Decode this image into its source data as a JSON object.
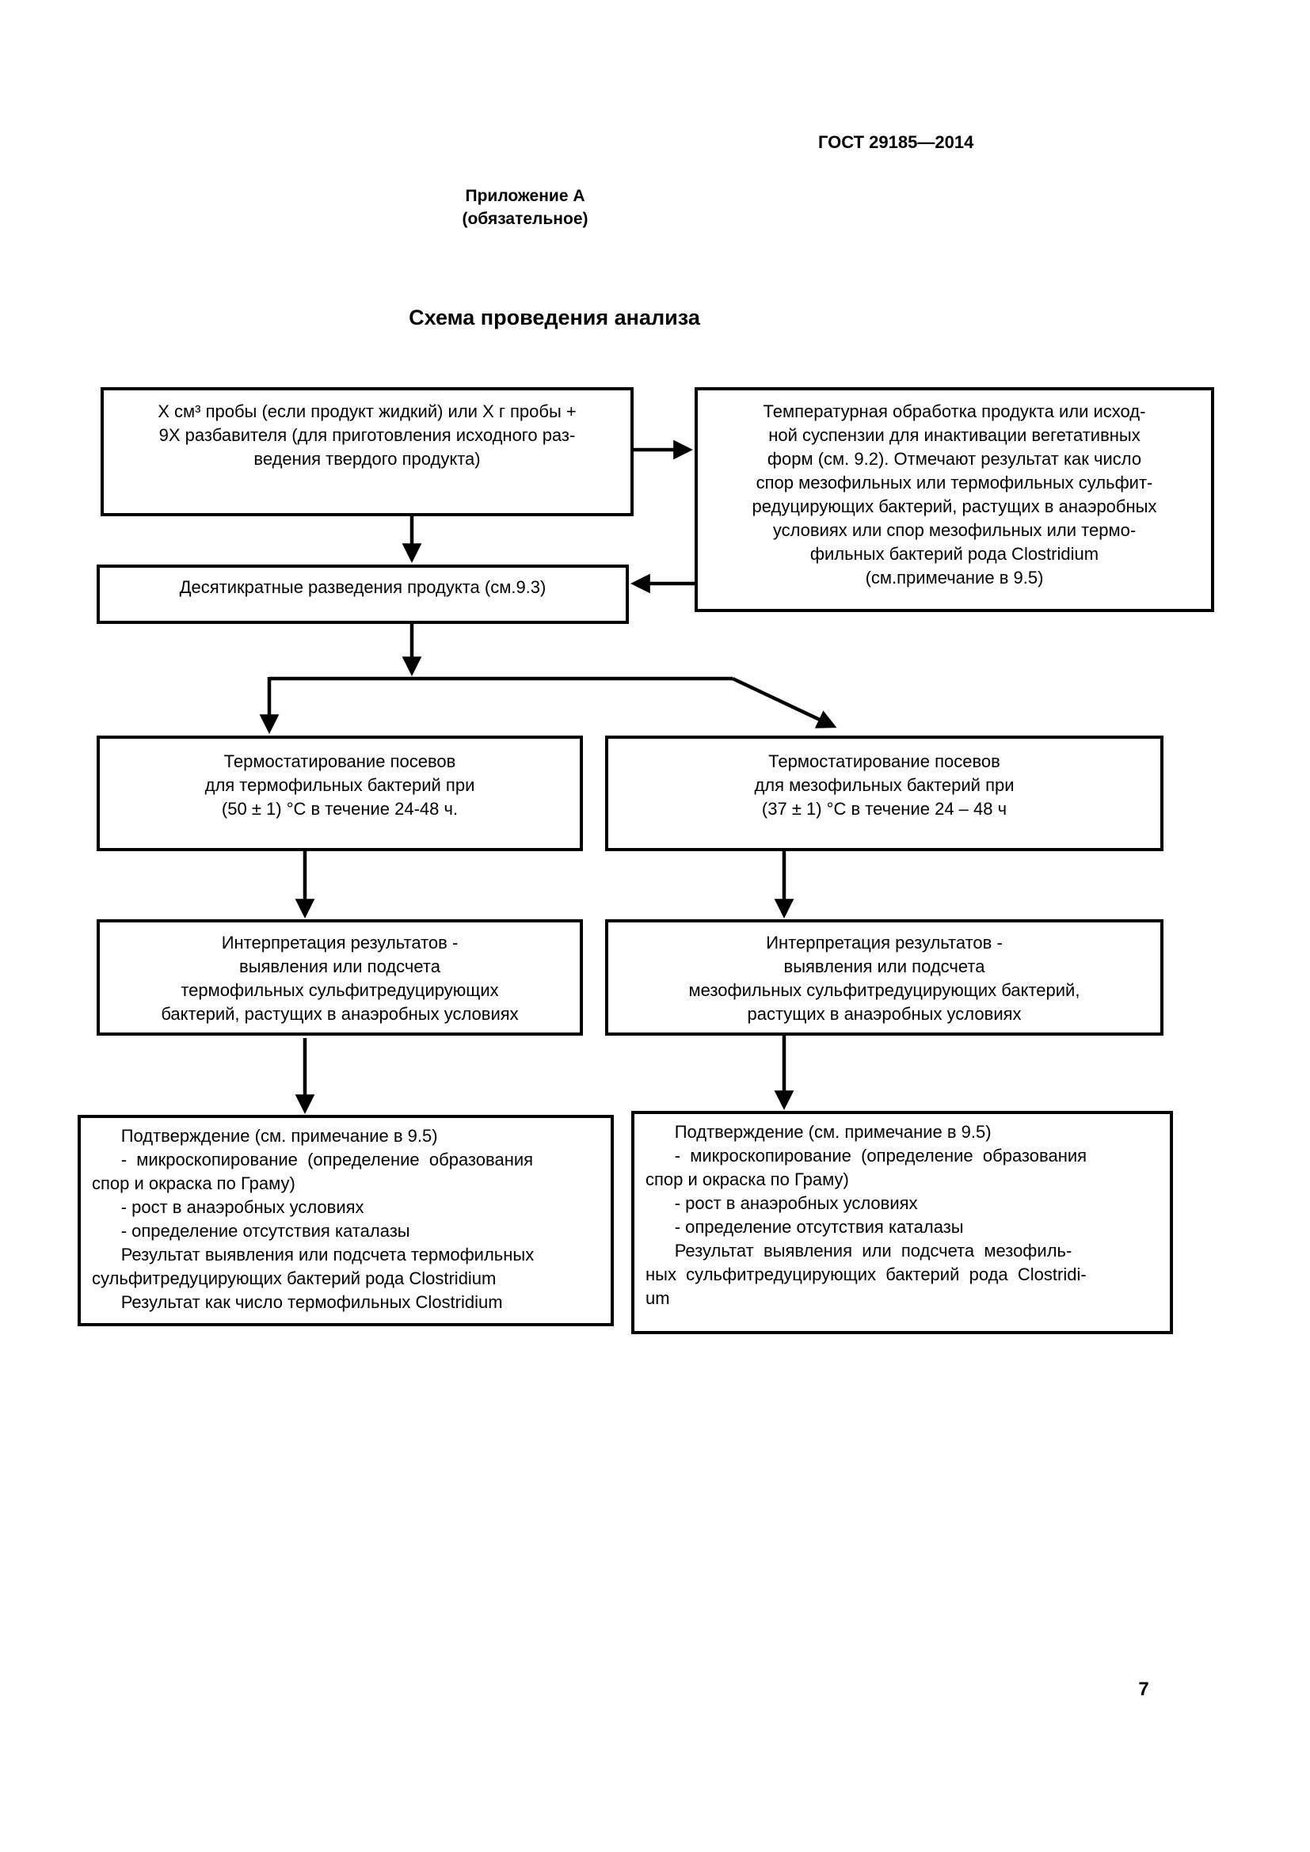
{
  "page": {
    "standard_code": "ГОСТ 29185—2014",
    "annex_heading": [
      "Приложение А",
      "(обязательное)"
    ],
    "diagram_title": "Схема проведения анализа",
    "page_number": "7"
  },
  "flowchart": {
    "sample_box": [
      "Х см³ пробы (если продукт жидкий) или Х г пробы +",
      "9Х разбавителя (для приготовления исходного раз-",
      "ведения твердого продукта)"
    ],
    "heat_treatment_box": [
      "Температурная обработка продукта или исход-",
      "ной суспензии для инактивации вегетативных",
      "форм (см. 9.2). Отмечают результат как число",
      "спор мезофильных или термофильных сульфит-",
      "редуцирующих бактерий, растущих в анаэробных",
      "условиях или спор мезофильных или термо-",
      "фильных бактерий рода Clostridium",
      "(см.примечание в 9.5)"
    ],
    "dilution_box": [
      "Десятикратные разведения продукта (см.9.3)"
    ],
    "thermophilic_incubation_box": [
      "Термостатирование посевов",
      "для термофильных бактерий при",
      "(50 ± 1) °С в течение 24-48 ч."
    ],
    "mesophilic_incubation_box": [
      "Термостатирование посевов",
      "для мезофильных бактерий при",
      "(37 ± 1) °С в течение 24 – 48 ч"
    ],
    "thermophilic_interpretation_box": [
      "Интерпретация результатов -",
      "выявления или подсчета",
      "термофильных сульфитредуцирующих",
      "бактерий, растущих в анаэробных условиях"
    ],
    "mesophilic_interpretation_box": [
      "Интерпретация результатов -",
      "выявления или подсчета",
      "мезофильных сульфитредуцирующих бактерий,",
      "растущих в анаэробных условиях"
    ],
    "thermophilic_confirmation_box": [
      "      Подтверждение (см. примечание в 9.5)",
      "      -  микроскопирование  (определение  образования",
      "спор и окраска по Граму)",
      "      - рост в анаэробных условиях",
      "      - определение отсутствия каталазы",
      "      Результат выявления или подсчета термофильных",
      "сульфитредуцирующих бактерий рода Clostridium",
      "      Результат как число термофильных Clostridium"
    ],
    "mesophilic_confirmation_box": [
      "      Подтверждение (см. примечание в 9.5)",
      "      -  микроскопирование  (определение  образования",
      "спор и окраска по Граму)",
      "      - рост в анаэробных условиях",
      "      - определение отсутствия каталазы",
      "      Результат  выявления  или  подсчета  мезофиль-",
      "ных  сульфитредуцирующих  бактерий  рода  Clostridi-",
      "um"
    ]
  }
}
